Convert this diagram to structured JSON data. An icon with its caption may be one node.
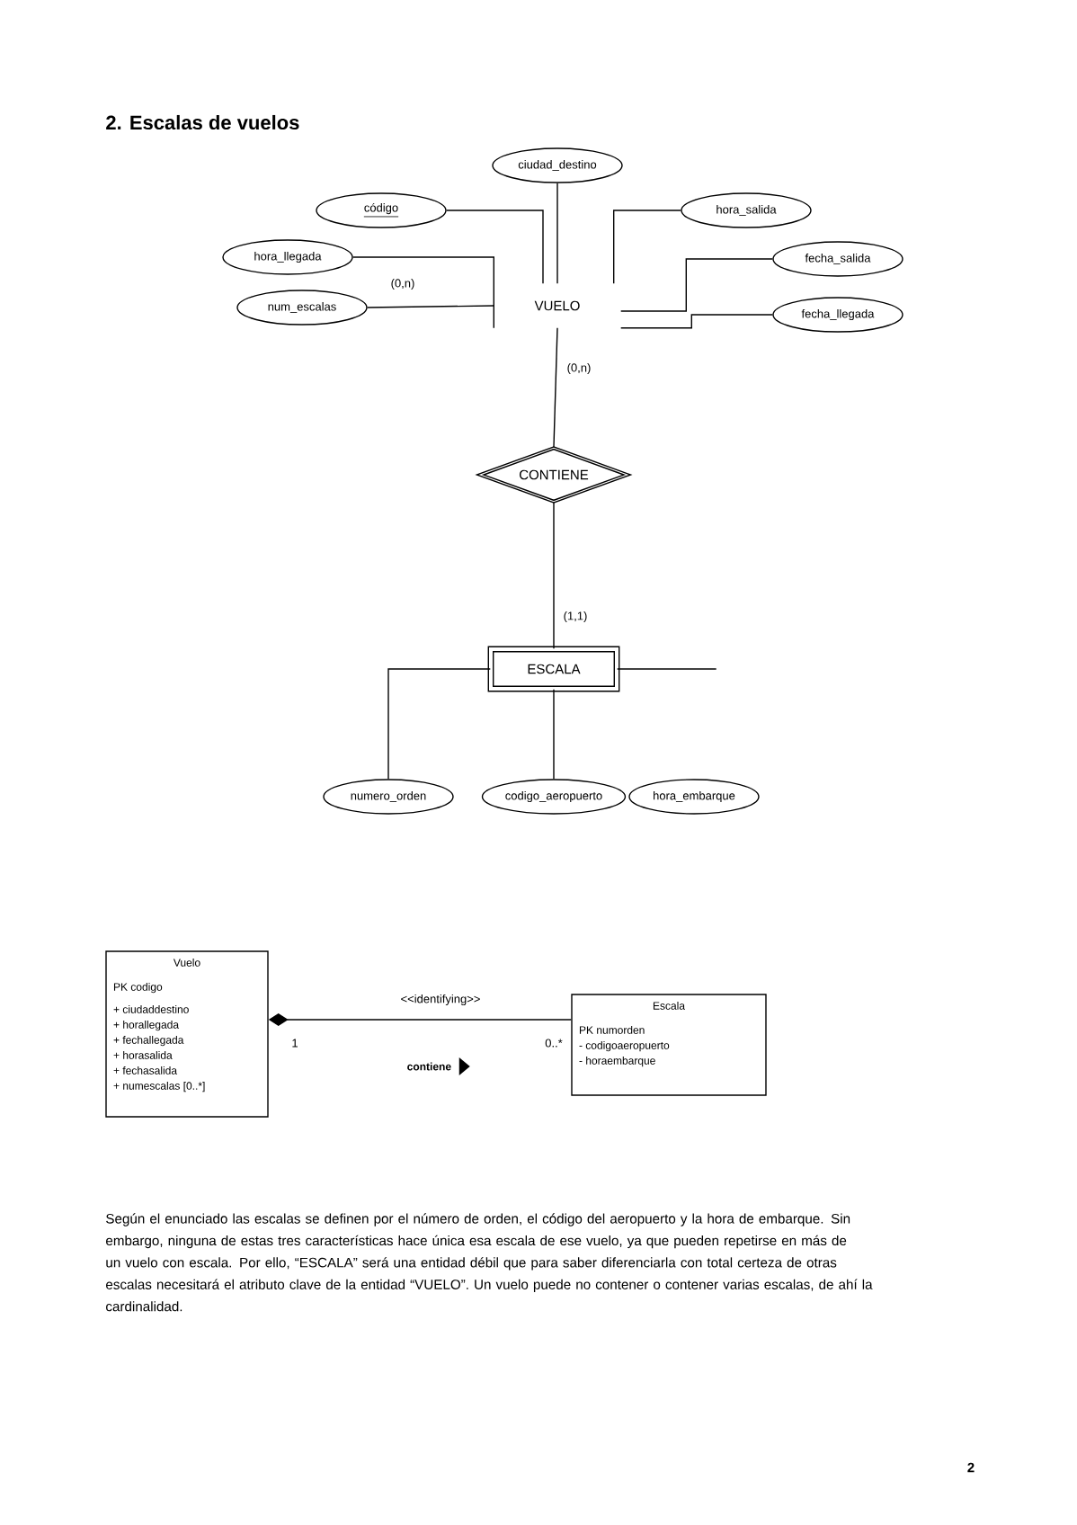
{
  "diagram": {
    "title": "2. Escalas de vuelos",
    "nodes": [
      {
        "text": [
          "ciudad_destino"
        ]
      },
      {
        "text": [
          "código"
        ]
      },
      {
        "text": [
          "hora_salida"
        ]
      },
      {
        "text": [
          "hora_llegada"
        ]
      },
      {
        "text": [
          "fecha_salida"
        ]
      },
      {
        "text": [
          "num_escalas"
        ]
      },
      {
        "text": [
          "VUELO"
        ]
      },
      {
        "text": [
          "fecha_llegada"
        ]
      },
      {
        "text": [
          "CONTIENE"
        ]
      },
      {
        "text": [
          "ESCALA"
        ]
      },
      {
        "text": [
          "numero_orden"
        ]
      },
      {
        "text": [
          "codigo_aeropuerto"
        ]
      },
      {
        "text": [
          "hora_embarque"
        ]
      },
      {
        "text": [
          "Vuelo",
          "PK codigo",
          "+ ciudaddestino",
          "+ horallegada",
          "+ fechallegada",
          "+ horasalida",
          "+ fechasalida",
          "+ numescalas [0..*]"
        ]
      },
      {
        "text": [
          "Escala",
          "PK numorden",
          "- codigoaeropuerto",
          "- horaembarque"
        ]
      }
    ],
    "edges": [
      {
        "from": 0,
        "to": 6,
        "arrow": "none"
      },
      {
        "from": 1,
        "to": 6,
        "arrow": "none"
      },
      {
        "from": 2,
        "to": 6,
        "arrow": "none"
      },
      {
        "from": 3,
        "to": 6,
        "arrow": "none"
      },
      {
        "from": 4,
        "to": 6,
        "arrow": "none"
      },
      {
        "from": 5,
        "to": 6,
        "arrow": "none"
      },
      {
        "from": 7,
        "to": 6,
        "arrow": "none"
      },
      {
        "from": 6,
        "to": 8,
        "arrow": "none",
        "label": "(0,n)"
      },
      {
        "from": 8,
        "to": 9,
        "arrow": "none",
        "label": "(1,1)"
      },
      {
        "from": 9,
        "to": 10,
        "arrow": "none"
      },
      {
        "from": 9,
        "to": 11,
        "arrow": "none"
      },
      {
        "from": 9,
        "to": null,
        "arrow": "none"
      },
      {
        "from": 13,
        "to": 14,
        "arrow": "other",
        "label": "<<identifying>>"
      }
    ],
    "labels": [
      "(0,n)",
      "1",
      "0..*",
      "contiene",
      "Según el enunciado las escalas se definen por el número de orden, el código del aeropuerto y la hora de embarque. Sin embargo, ninguna de estas tres características hace única esa escala de ese vuelo, ya que pueden repetirse en más de un vuelo con escala. Por ello, “ESCALA” será una entidad débil que para saber diferenciarla con total certeza de otras escalas necesitará el atributo clave de la entidad “VUELO”.  Un vuelo puede no contener o contener varias escalas, de ahí la cardinalidad.",
      "2"
    ]
  }
}
